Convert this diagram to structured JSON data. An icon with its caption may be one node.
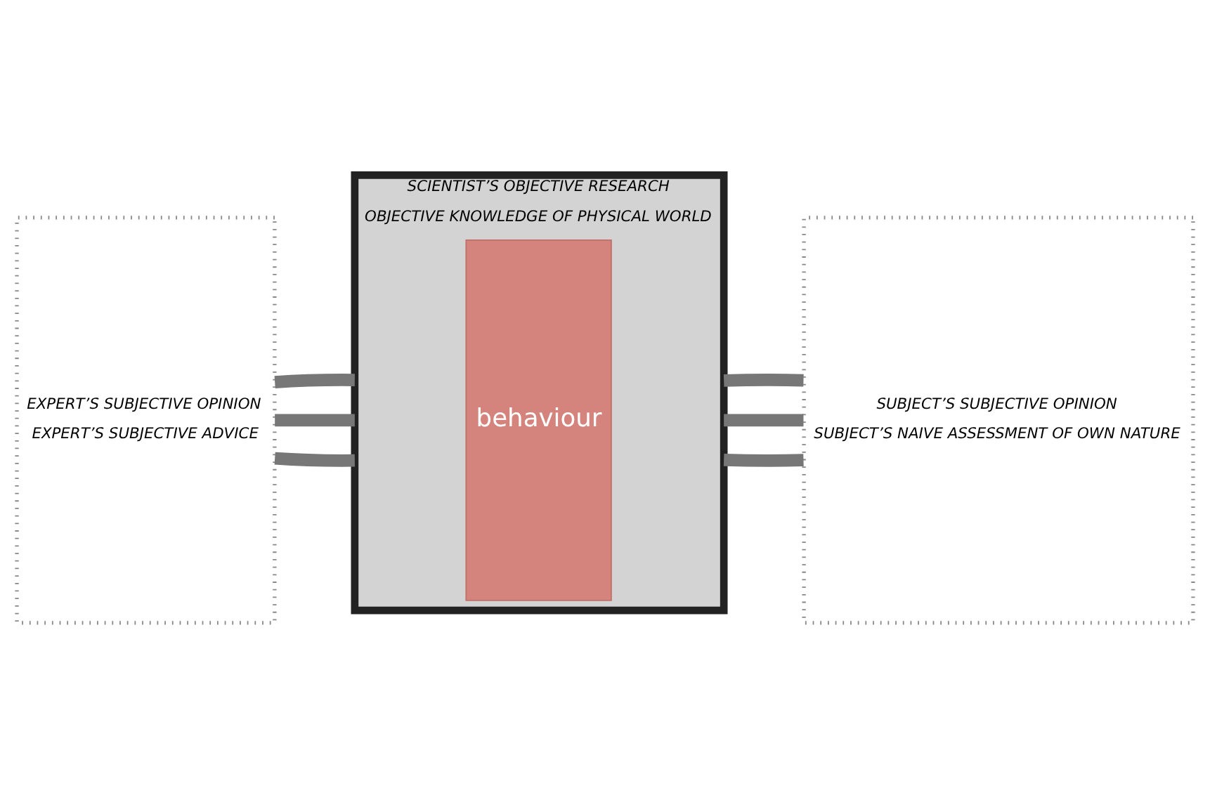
{
  "diagram": {
    "nodes": [
      {
        "text": [
          "EXPERT’S SUBJECTIVE OPINION",
          "EXPERT’S SUBJECTIVE ADVICE"
        ]
      },
      {
        "text": [
          "SCIENTIST’S OBJECTIVE RESEARCH",
          "OBJECTIVE KNOWLEDGE OF PHYSICAL WORLD"
        ]
      },
      {
        "text": [
          "behaviour"
        ],
        "in": 1
      },
      {
        "text": [
          "SUBJECT’S SUBJECTIVE OPINION",
          "SUBJECT’S NAIVE ASSESSMENT OF OWN NATURE"
        ]
      }
    ],
    "edges": [
      {
        "from": 0,
        "to": 1,
        "arrow": "none"
      },
      {
        "from": 0,
        "to": 1,
        "arrow": "none"
      },
      {
        "from": 0,
        "to": 1,
        "arrow": "none"
      },
      {
        "from": 1,
        "to": 3,
        "arrow": "none"
      },
      {
        "from": 1,
        "to": 3,
        "arrow": "none"
      },
      {
        "from": 1,
        "to": 3,
        "arrow": "none"
      }
    ]
  }
}
